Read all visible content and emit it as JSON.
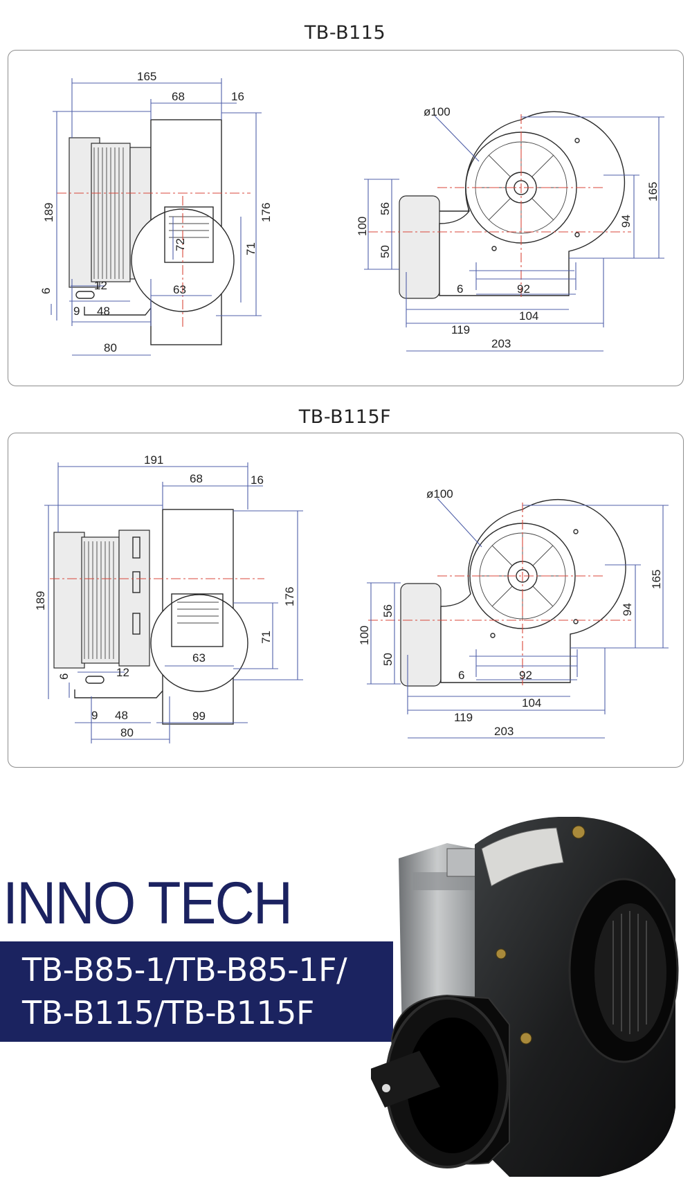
{
  "drawing_1": {
    "title": "TB-B115",
    "side_view": {
      "overall_length": "165",
      "housing_width": "68",
      "outlet_offset": "16",
      "total_height": "189",
      "housing_height": "176",
      "outlet_height": "71",
      "outlet_inner": "72",
      "outlet_width": "63",
      "foot_thickness": "6",
      "slot_width": "12",
      "slot_offset": "9",
      "slot_pitch": "48",
      "foot_length": "80"
    },
    "front_view": {
      "inlet_diameter": "ø100",
      "housing_height": "165",
      "center_height": "94",
      "outlet_height": "100",
      "outlet_upper": "56",
      "outlet_lower": "50",
      "foot_margin": "6",
      "foot_hole_pitch": "92",
      "foot_length": "104",
      "outlet_depth": "119",
      "overall_width": "203"
    }
  },
  "drawing_2": {
    "title": "TB-B115F",
    "side_view": {
      "overall_length": "191",
      "housing_width": "68",
      "outlet_offset": "16",
      "total_height": "189",
      "housing_height": "176",
      "outlet_height": "71",
      "outlet_width": "63",
      "foot_thickness": "6",
      "slot_width": "12",
      "slot_offset": "9",
      "slot_pitch": "48",
      "foot_length": "80",
      "motor_offset": "99"
    },
    "front_view": {
      "inlet_diameter": "ø100",
      "housing_height": "165",
      "center_height": "94",
      "outlet_height": "100",
      "outlet_upper": "56",
      "outlet_lower": "50",
      "foot_margin": "6",
      "foot_hole_pitch": "92",
      "foot_length": "104",
      "outlet_depth": "119",
      "overall_width": "203"
    }
  },
  "brand": "INNO TECH",
  "models": {
    "line1": "TB-B85-1/TB-B85-1F/",
    "line2": "TB-B115/TB-B115F"
  },
  "colors": {
    "navy": "#1b2360",
    "dimension_line": "#4f5fa8",
    "center_line": "#d8463a",
    "panel_border": "#8d8d8d"
  }
}
